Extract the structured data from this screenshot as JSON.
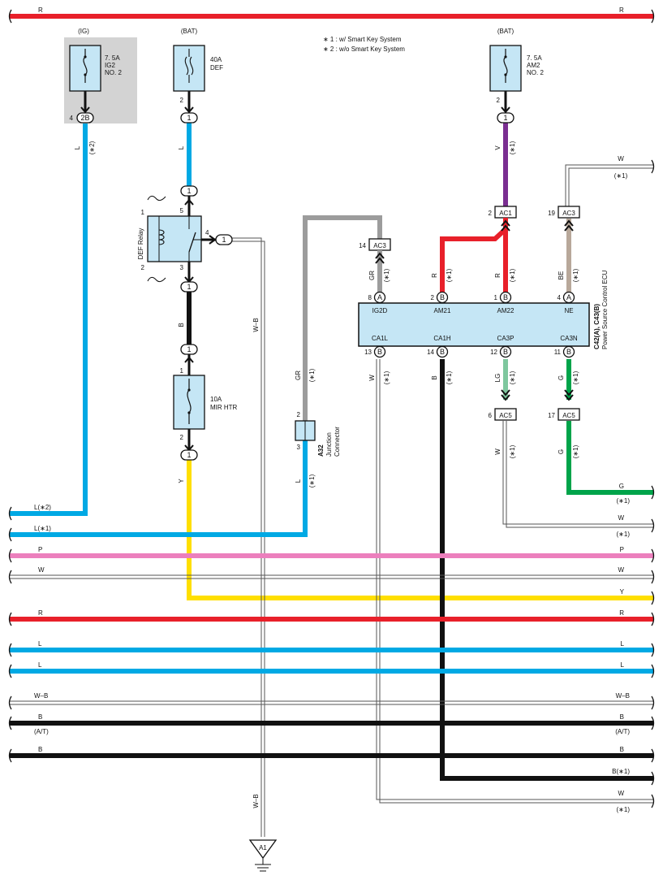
{
  "notes": {
    "n1": "∗ 1 : w/ Smart Key System",
    "n2": "∗ 2 : w/o Smart Key System"
  },
  "fuses": {
    "ig2": {
      "source": "(IG)",
      "line1": "7. 5A",
      "line2": "IG2",
      "line3": "NO. 2",
      "pin": "4",
      "conn": "2B"
    },
    "def": {
      "source": "(BAT)",
      "line1": "40A",
      "line2": "DEF",
      "pin": "2",
      "conn": "1"
    },
    "am2": {
      "source": "(BAT)",
      "line1": "7. 5A",
      "line2": "AM2",
      "line3": "NO. 2",
      "pin": "2",
      "conn": "1"
    },
    "mir": {
      "line1": "10A",
      "line2": "MIR HTR",
      "pin_top": "1",
      "pin_bot": "2"
    }
  },
  "relay": {
    "name": "DEF Relay",
    "p1": "1",
    "p2": "2",
    "p3": "3",
    "p4": "4",
    "p5": "5"
  },
  "inline": {
    "one": "1"
  },
  "ecu": {
    "name1": "C42(A), C43(B)",
    "name2": "Power Source Control ECU",
    "top_pins": [
      {
        "num": "8",
        "side": "A",
        "label": "IG2D",
        "wire": "GR",
        "note": "(∗1)"
      },
      {
        "num": "2",
        "side": "B",
        "label": "AM21",
        "wire": "R",
        "note": "(∗1)"
      },
      {
        "num": "1",
        "side": "B",
        "label": "AM22",
        "wire": "R",
        "note": "(∗1)"
      },
      {
        "num": "4",
        "side": "A",
        "label": "NE",
        "wire": "BE",
        "note": "(∗1)"
      }
    ],
    "bottom_pins": [
      {
        "num": "13",
        "side": "B",
        "label": "CA1L",
        "wire": "W",
        "note": "(∗1)"
      },
      {
        "num": "14",
        "side": "B",
        "label": "CA1H",
        "wire": "B",
        "note": "(∗1)"
      },
      {
        "num": "12",
        "side": "B",
        "label": "CA3P",
        "wire": "LG",
        "note": "(∗1)"
      },
      {
        "num": "11",
        "side": "B",
        "label": "CA3N",
        "wire": "G",
        "note": "(∗1)"
      }
    ]
  },
  "connectors": {
    "ac3_left": {
      "pin": "14",
      "name": "AC3"
    },
    "ac1": {
      "pin": "2",
      "name": "AC1"
    },
    "ac3_right": {
      "pin": "19",
      "name": "AC3"
    },
    "ac5_left": {
      "pin": "6",
      "name": "AC5"
    },
    "ac5_right": {
      "pin": "17",
      "name": "AC5"
    }
  },
  "junction": {
    "name": "A32",
    "sub1": "Junction",
    "sub2": "Connector",
    "pin_top": "2",
    "pin_bot": "3"
  },
  "ground": {
    "name": "A1"
  },
  "wire_labels": {
    "top_r": "R",
    "ig2_l": "L",
    "ig2_note": "(∗2)",
    "def_l": "L",
    "relay_b": "B",
    "mir_y": "Y",
    "wb": "W–B",
    "gr": "GR",
    "gr_note": "(∗1)",
    "a32_l": "L",
    "a32_note": "(∗1)",
    "am2_v": "V",
    "am2_note": "(∗1)",
    "w_top": "W",
    "w_top_note": "(∗1)",
    "ac5_w": "W",
    "ac5_w_note": "(∗1)",
    "ac5_g": "G",
    "ac5_g_note": "(∗1)"
  },
  "buses": [
    {
      "left": "L(∗2)",
      "right": ""
    },
    {
      "left": "L(∗1)",
      "right": ""
    },
    {
      "left": "P",
      "right": "P"
    },
    {
      "left": "W",
      "right": "W"
    },
    {
      "left": "",
      "right": "Y"
    },
    {
      "left": "R",
      "right": "R"
    },
    {
      "left": "L",
      "right": "L"
    },
    {
      "left": "L",
      "right": "L"
    },
    {
      "left": "W–B",
      "right": "W–B"
    },
    {
      "left": "B",
      "right": "B",
      "left_sub": "(A/T)",
      "right_sub": "(A/T)"
    },
    {
      "left": "B",
      "right": "B"
    }
  ],
  "right_stubs": [
    {
      "label": "G",
      "note": "(∗1)"
    },
    {
      "label": "W",
      "note": "(∗1)"
    },
    {
      "label": "B(∗1)"
    },
    {
      "label": "W",
      "note": "(∗1)"
    }
  ],
  "colors": {
    "red": "#e8202a",
    "blue": "#00a9e4",
    "yellow": "#ffdf00",
    "pink": "#ec7fbd",
    "green": "#00a44a",
    "lightgreen": "#7ec79e",
    "purple": "#7a2e91",
    "gray": "#9c9c9c",
    "beige": "#b8a89a",
    "black": "#111111",
    "ecu_fill": "#c5e6f5",
    "ig_bg": "#d3d3d3"
  }
}
